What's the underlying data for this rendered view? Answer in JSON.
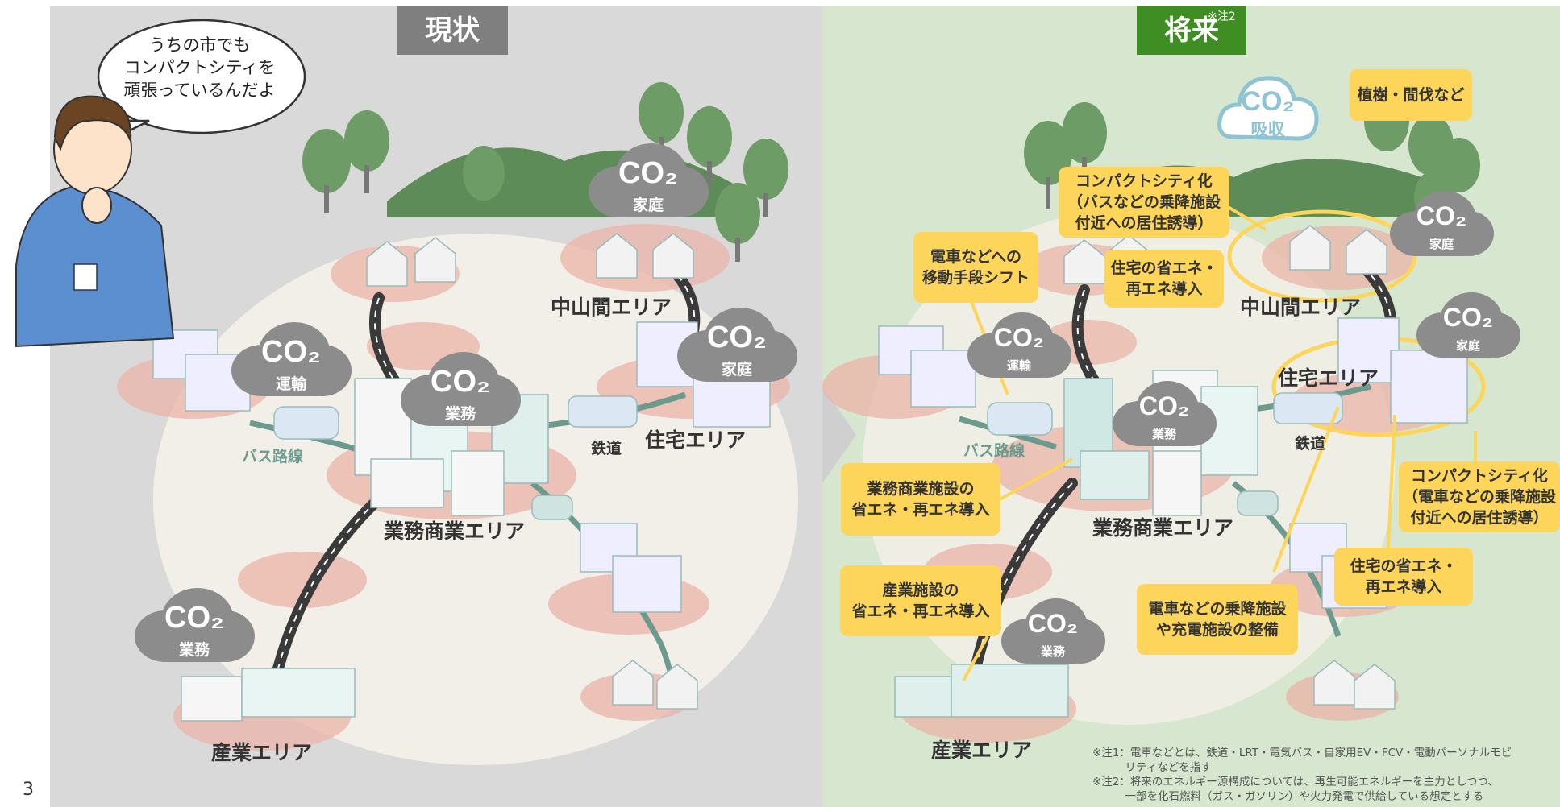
{
  "page_number": "3",
  "left_panel": {
    "title": "現状",
    "speech_bubble": "うちの市でも\nコンパクトシティを\n頑張っているんだよ",
    "areas": {
      "mountain": "中山間エリア",
      "residential": "住宅エリア",
      "business": "業務商業エリア",
      "industrial": "産業エリア"
    },
    "bus_route": "バス路線",
    "railway": "鉄道",
    "clouds": [
      {
        "id": "home1",
        "co2": "CO₂",
        "label": "家庭"
      },
      {
        "id": "home2",
        "co2": "CO₂",
        "label": "家庭"
      },
      {
        "id": "transport",
        "co2": "CO₂",
        "label": "運輸"
      },
      {
        "id": "business",
        "co2": "CO₂",
        "label": "業務"
      },
      {
        "id": "industry",
        "co2": "CO₂",
        "label": "業務"
      }
    ]
  },
  "right_panel": {
    "title": "将来",
    "title_note": "※注2",
    "absorb_cloud": {
      "co2": "CO₂",
      "label": "吸収"
    },
    "areas": {
      "mountain": "中山間エリア",
      "residential": "住宅エリア",
      "business": "業務商業エリア",
      "industrial": "産業エリア"
    },
    "bus_route": "バス路線",
    "railway": "鉄道",
    "clouds": [
      {
        "id": "home1",
        "co2": "CO₂",
        "label": "家庭"
      },
      {
        "id": "home2",
        "co2": "CO₂",
        "label": "家庭"
      },
      {
        "id": "transport",
        "co2": "CO₂",
        "label": "運輸"
      },
      {
        "id": "business",
        "co2": "CO₂",
        "label": "業務"
      },
      {
        "id": "industry",
        "co2": "CO₂",
        "label": "業務"
      }
    ],
    "callouts": {
      "afforestation": "植樹・間伐など",
      "compact_bus": "コンパクトシティ化\n（バスなどの乗降施設\n付近への居住誘導）",
      "modal_shift": "電車などへの\n移動手段シフト",
      "home_energy_top": "住宅の省エネ・\n再エネ導入",
      "compact_train": "コンパクトシティ化\n（電車などの乗降施設\n付近への居住誘導）",
      "business_energy": "業務商業施設の\n省エネ・再エネ導入",
      "home_energy_bottom": "住宅の省エネ・\n再エネ導入",
      "industry_energy": "産業施設の\n省エネ・再エネ導入",
      "station_facilities": "電車などの乗降施設\nや充電施設の整備"
    },
    "notes": [
      "※注1：電車などとは、鉄道・LRT・電気バス・自家用EV・FCV・電動パーソナルモビ\n　　　リティなどを指す",
      "※注2：将来のエネルギー源構成については、再生可能エネルギーを主力としつつ、\n　　　一部を化石燃料（ガス・ガソリン）や火力発電で供給している想定とする"
    ]
  },
  "colors": {
    "left_bg": "#d9d9d9",
    "right_bg": "#d6e6cf",
    "left_title_bg": "#7f7f7f",
    "right_title_bg": "#3e8e23",
    "cloud_gray": "#8c8c8c",
    "callout_yellow": "#fcd55a",
    "area_pink": "#ebb4a8",
    "ground": "#f2efe8",
    "tree_green": "#5d8c58",
    "absorb_blue": "#8dc3d3"
  }
}
